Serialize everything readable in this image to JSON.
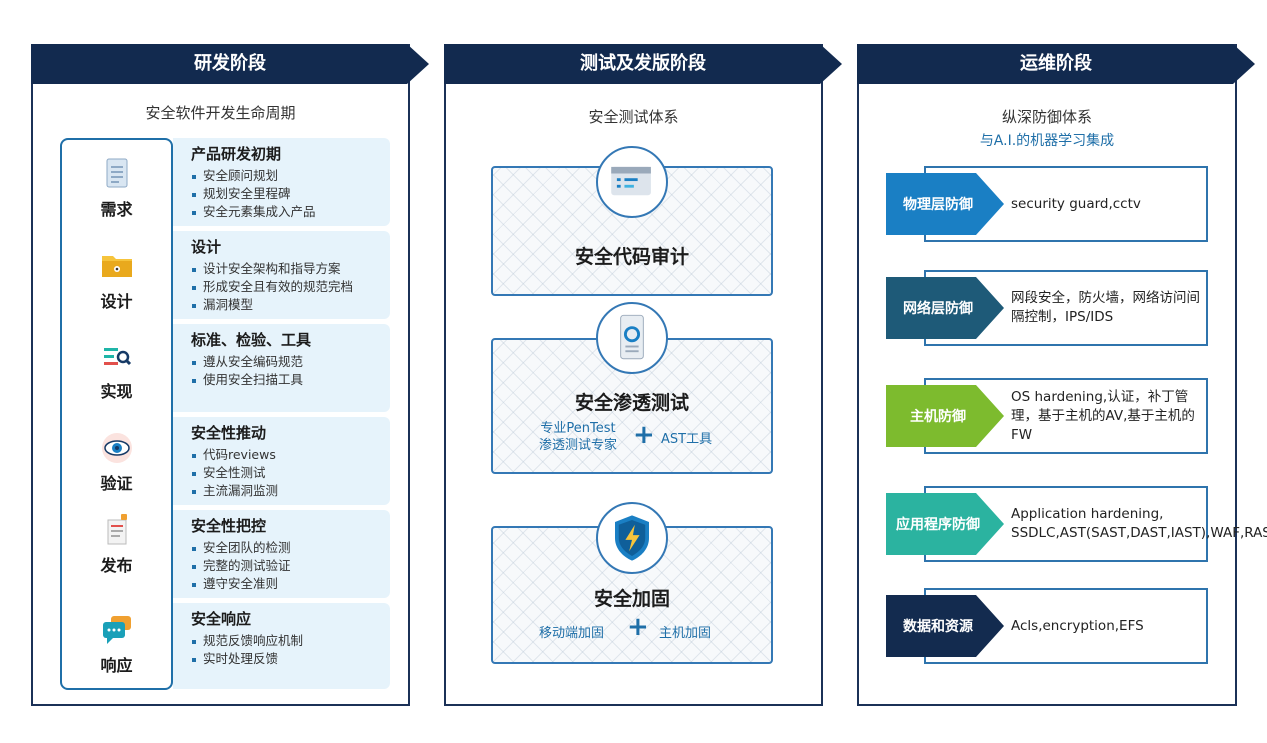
{
  "panels": [
    {
      "title": "研发阶段",
      "subtitle": "安全软件开发生命周期",
      "stages": [
        {
          "label": "需求",
          "icon": "document-icon",
          "card_title": "产品研发初期",
          "items": [
            "安全顾问规划",
            "规划安全里程碑",
            "安全元素集成入产品"
          ]
        },
        {
          "label": "设计",
          "icon": "folder-icon",
          "card_title": "设计",
          "items": [
            "设计安全架构和指导方案",
            "形成安全且有效的规范完档",
            "漏洞模型"
          ]
        },
        {
          "label": "实现",
          "icon": "search-list-icon",
          "card_title": "标准、检验、工具",
          "items": [
            "遵从安全编码规范",
            "使用安全扫描工具"
          ]
        },
        {
          "label": "验证",
          "icon": "eye-icon",
          "card_title": "安全性推动",
          "items": [
            "代码reviews",
            "安全性测试",
            "主流漏洞监测"
          ]
        },
        {
          "label": "发布",
          "icon": "release-doc-icon",
          "card_title": "安全性把控",
          "items": [
            "安全团队的检测",
            "完整的测试验证",
            "遵守安全准则"
          ]
        },
        {
          "label": "响应",
          "icon": "chat-bubble-icon",
          "card_title": "安全响应",
          "items": [
            "规范反馈响应机制",
            "实时处理反馈"
          ]
        }
      ]
    },
    {
      "title": "测试及发版阶段",
      "subtitle": "安全测试体系",
      "boxes": [
        {
          "title": "安全代码审计",
          "icon": "code-window-icon"
        },
        {
          "title": "安全渗透测试",
          "icon": "mobile-scan-icon",
          "left_line1": "专业PenTest",
          "left_line2": "渗透测试专家",
          "right": "AST工具"
        },
        {
          "title": "安全加固",
          "icon": "shield-bolt-icon",
          "left_line1": "移动端加固",
          "right": "主机加固"
        }
      ],
      "plus": "+"
    },
    {
      "title": "运维阶段",
      "subtitle": "纵深防御体系",
      "subtitle2": "与A.I.的机器学习集成",
      "layers": [
        {
          "chip": "物理层防御",
          "text": "security guard,cctv",
          "color": "#1a7fc4"
        },
        {
          "chip": "网络层防御",
          "text": "网段安全，防火墙，网络访问间隔控制，IPS/IDS",
          "color": "#1e5a78"
        },
        {
          "chip": "主机防御",
          "text": "OS hardening,认证，补丁管理，基于主机的AV,基于主机的FW",
          "color": "#7dbb2e"
        },
        {
          "chip": "应用程序防御",
          "text": "Application hardening, SSDLC,AST(SAST,DAST,IAST),WAF,RASP",
          "color": "#2bb3a0"
        },
        {
          "chip": "数据和资源",
          "text": "Acls,encryption,EFS",
          "color": "#132b4f"
        }
      ]
    }
  ]
}
